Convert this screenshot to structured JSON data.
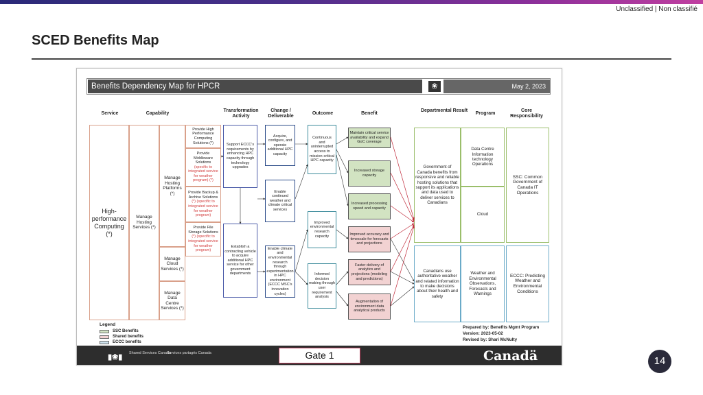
{
  "header": {
    "classification": "Unclassified | Non classifié",
    "title": "SCED Benefits Map"
  },
  "page_number": "14",
  "map": {
    "title": "Benefits Dependency Map for HPCR",
    "date": "May 2, 2023",
    "columns": {
      "service": "Service",
      "capability": "Capability",
      "transformation": "Transformation Activity",
      "change": "Change / Deliverable",
      "outcome": "Outcome",
      "benefit": "Benefit",
      "dept_result": "Departmental Result",
      "program": "Program",
      "core": "Core Responsibility"
    },
    "service": "High-performance Computing (*)",
    "capability": {
      "main": "Manage Hosting Services (*)",
      "platforms": "Manage Hosting Platforms (*)",
      "cloud": "Manage Cloud Services (*)",
      "datacentre": "Manage Data Centre Services (*)"
    },
    "sub_capabilities": [
      {
        "text": "Provide High Performance Computing Solutions (*)",
        "note": ""
      },
      {
        "text": "Provide Middleware Solutions",
        "note": "(specific to integrated service for weather program) (*)"
      },
      {
        "text": "Provide Backup & Archive Solutions",
        "note": "(*) (specific to integrated service for weather program)"
      },
      {
        "text": "Provide File Storage Solutions",
        "note": "(*) (specific to integrated service for weather program)"
      }
    ],
    "transformation": [
      "Support ECCC's requirements by enhancing HPC capacity through technology upgrades",
      "Establish a contracting vehicle to acquire additional HPC service for other government departments"
    ],
    "change": [
      "Acquire, configure, and operate additional HPC capacity",
      "Enable continued weather and climate critical services",
      "Enable climate and environmental research through experimentation in HPC environment (ECCC MSC's innovation cycles)"
    ],
    "outcome": [
      "Continuous and uninterrupted access to mission-critical HPC capacity",
      "Improved environmental research capacity",
      "Informed decision making through user requirement analysis"
    ],
    "benefit": [
      "Maintain critical service availability and expand GoC coverage",
      "Increased storage capacity",
      "Increased processing speed and capacity",
      "Improved accuracy and timescale for forecasts and projections",
      "Faster delivery of analytics and projections (modeling and predictions)",
      "Augmentation of environment data analytical products"
    ],
    "dept_result": [
      "Government of Canada benefits from responsive and reliable hosting solutions that support its applications and data used to deliver services to Canadians",
      "Canadians use authoritative weather and related information to make decisions about their health and safety"
    ],
    "program": [
      "Data Centre Information technology Operations",
      "Cloud",
      "Weather and Environmental Observations, Forecasts and Warnings"
    ],
    "core": [
      "SSC: Common Government of Canada IT Operations",
      "ECCC: Predicting Weather and Environmental Conditions"
    ],
    "legend": {
      "title": "Legend",
      "items": [
        "SSC Benefits",
        "Shared benefits",
        "ECCC benefits"
      ],
      "colors": [
        "#d2e3c2",
        "#f2d2d2",
        "#cfe3ef"
      ]
    },
    "prepared": {
      "by": "Prepared by: Benefits Mgmt Program",
      "version": "Version: 2023-05-02",
      "revised": "Revised by: Shari McNulty"
    },
    "footer": {
      "org_en": "Shared Services Canada",
      "org_fr": "Services partagés Canada",
      "gate": "Gate 1",
      "wordmark": "Canadä"
    }
  },
  "colors": {
    "stripe_start": "#2a2a78",
    "stripe_end": "#c03fa0",
    "ssc_fill": "#d2e3c2",
    "shared_fill": "#f2d2d2",
    "gate_border": "#c03a5a"
  }
}
